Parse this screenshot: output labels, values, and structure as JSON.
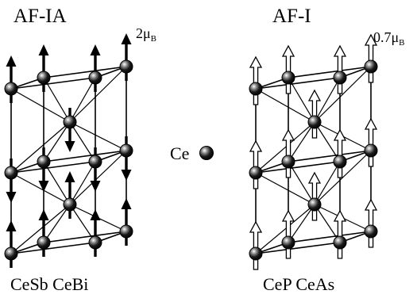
{
  "panels": [
    {
      "id": "left",
      "title": "AF-IA",
      "moment_value": "2μ",
      "moment_sub": "B",
      "compounds": "CeSb CeBi",
      "spin_style": "filled"
    },
    {
      "id": "right",
      "title": "AF-I",
      "moment_value": "0.7μ",
      "moment_sub": "B",
      "compounds": "CeP CeAs",
      "spin_style": "hollow"
    }
  ],
  "legend": {
    "label": "Ce",
    "icon": "ce-atom-icon"
  },
  "colors": {
    "ink": "#000000",
    "paper": "#ffffff",
    "atom_shade": "#2a2a2a"
  }
}
